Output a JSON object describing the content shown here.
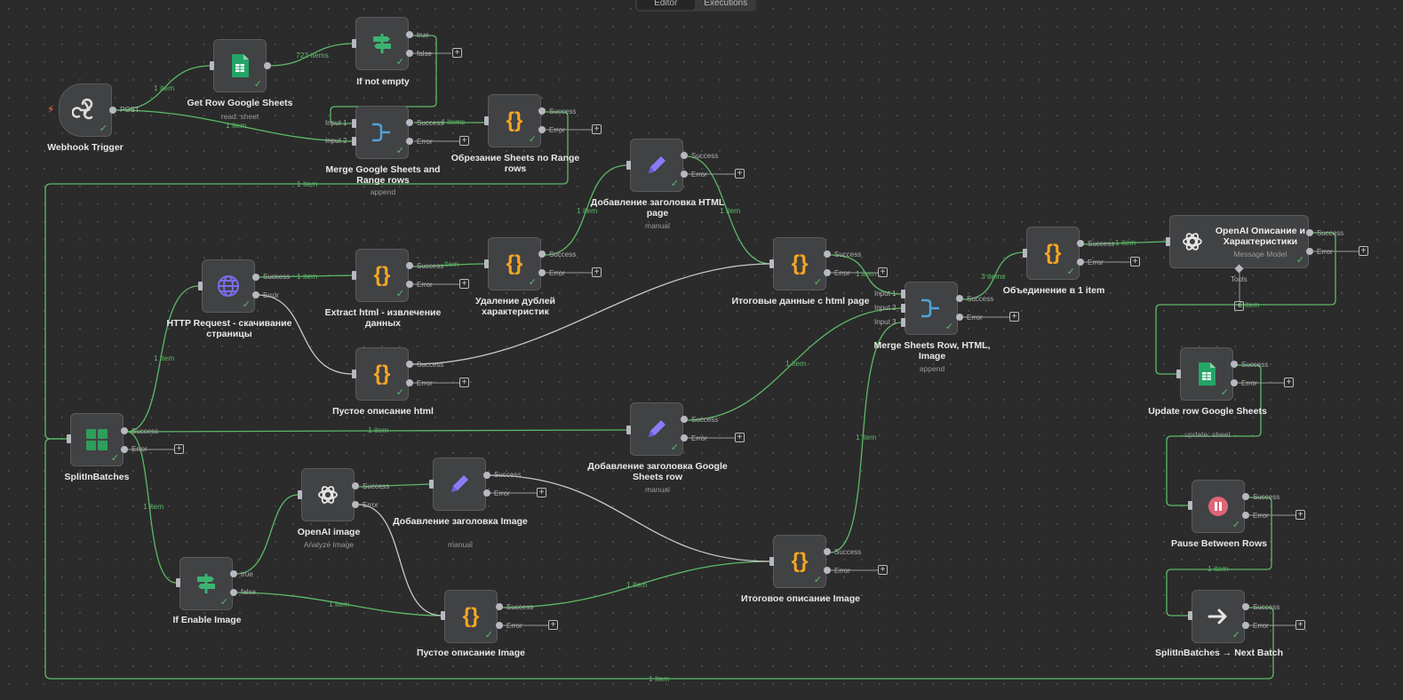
{
  "tabs": [
    "Editor",
    "Executions"
  ],
  "nodes": {
    "webhook": {
      "title": "Webhook Trigger",
      "port_label": "POST"
    },
    "get_row": {
      "title": "Get Row Google Sheets",
      "sub": "read: sheet"
    },
    "if_not_empty": {
      "title": "If not empty",
      "out_true": "true",
      "out_false": "false"
    },
    "merge1": {
      "title": "Merge Google Sheets and Range rows",
      "sub": "append",
      "in1": "Input 1",
      "in2": "Input 2"
    },
    "obrez": {
      "title": "Обрезание Sheets по Range rows"
    },
    "dob_html": {
      "title": "Добавление заголовка HTML page",
      "sub": "manual"
    },
    "http": {
      "title": "HTTP Request - скачивание страницы"
    },
    "extract": {
      "title": "Extract html - извлечение данных"
    },
    "udal": {
      "title": "Удаление дублей характеристик"
    },
    "itog_html": {
      "title": "Итоговые данные с html page"
    },
    "merge2": {
      "title": "Merge Sheets Row, HTML, Image",
      "sub": "append",
      "in1": "Input 1",
      "in2": "Input 2",
      "in3": "Input 3"
    },
    "obed": {
      "title": "Объединение в 1 item"
    },
    "openai_desc": {
      "title": "OpenAI Описание и Характеристики",
      "sub": "Message Model",
      "tools": "Tools"
    },
    "pustoe_html": {
      "title": "Пустое описание html"
    },
    "update_row": {
      "title": "Update row Google Sheets",
      "sub": "update: sheet"
    },
    "split": {
      "title": "SplitInBatches"
    },
    "dob_gs": {
      "title": "Добавление заголовка Google Sheets row",
      "sub": "manual"
    },
    "openai_img": {
      "title": "OpenAI image",
      "sub": "Analyze Image"
    },
    "dob_img": {
      "title": "Добавление заголовка Image",
      "sub": "manual"
    },
    "pause": {
      "title": "Pause Between Rows"
    },
    "if_img": {
      "title": "If Enable Image",
      "out_true": "true",
      "out_false": "false"
    },
    "itog_img": {
      "title": "Итоговое описание Image"
    },
    "pustoe_img": {
      "title": "Пустое описание Image"
    },
    "next_batch": {
      "title": "SplitInBatches → Next Batch"
    }
  },
  "ports": {
    "success": "Success",
    "error": "Error"
  },
  "edges": {
    "e_1item": "1 item",
    "e_723": "723 items",
    "e_4items": "4 items",
    "e_item": "item",
    "e_3items": "3 items"
  },
  "colors": {
    "edge_active": "#5cba68",
    "edge_idle": "#c9c9c9",
    "canvas": "#2b2b2b",
    "node": "#414244"
  }
}
